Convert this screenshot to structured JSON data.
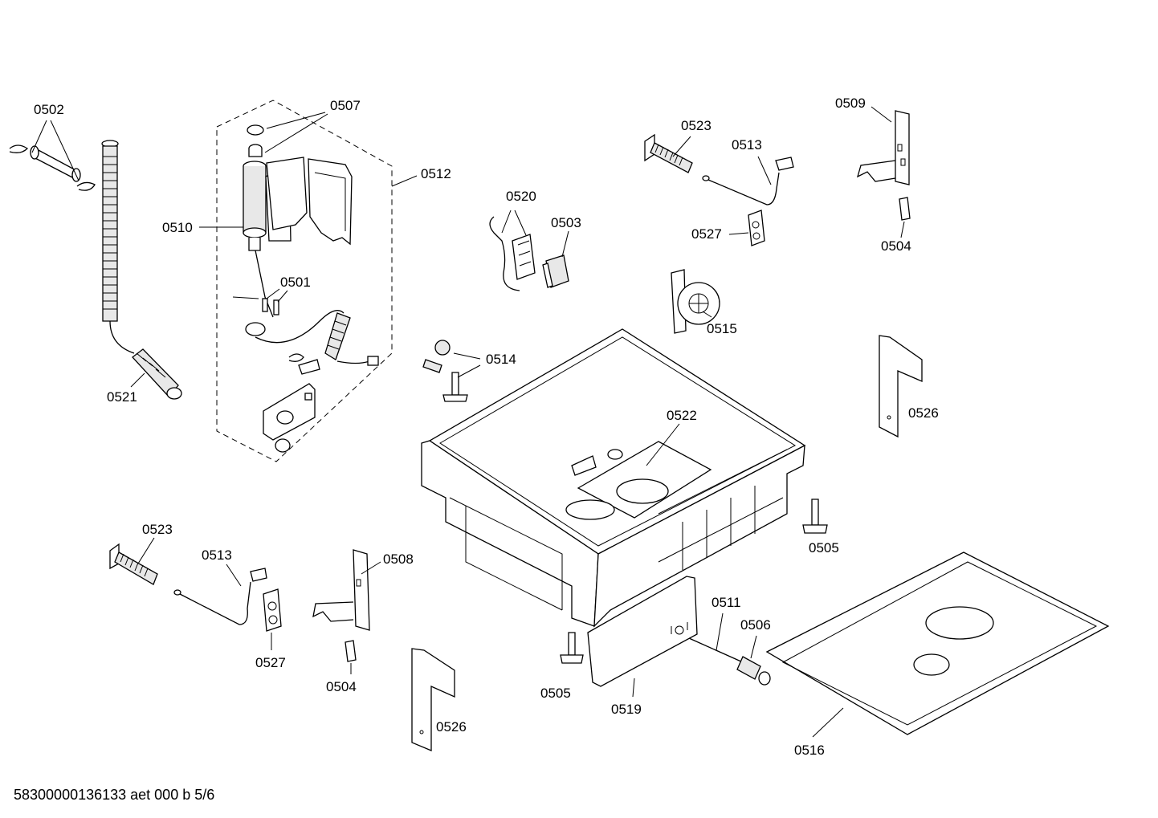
{
  "labels": {
    "l0502": "0502",
    "l0507": "0507",
    "l0512": "0512",
    "l0510": "0510",
    "l0501": "0501",
    "l0521": "0521",
    "l0520": "0520",
    "l0503": "0503",
    "l0523a": "0523",
    "l0513a": "0513",
    "l0527a": "0527",
    "l0509": "0509",
    "l0504a": "0504",
    "l0515": "0515",
    "l0514": "0514",
    "l0522": "0522",
    "l0526a": "0526",
    "l0505a": "0505",
    "l0523b": "0523",
    "l0513b": "0513",
    "l0508": "0508",
    "l0527b": "0527",
    "l0504b": "0504",
    "l0526b": "0526",
    "l0505b": "0505",
    "l0519": "0519",
    "l0511": "0511",
    "l0506": "0506",
    "l0516": "0516"
  },
  "footer": "58300000136133 aet 000 b 5/6"
}
